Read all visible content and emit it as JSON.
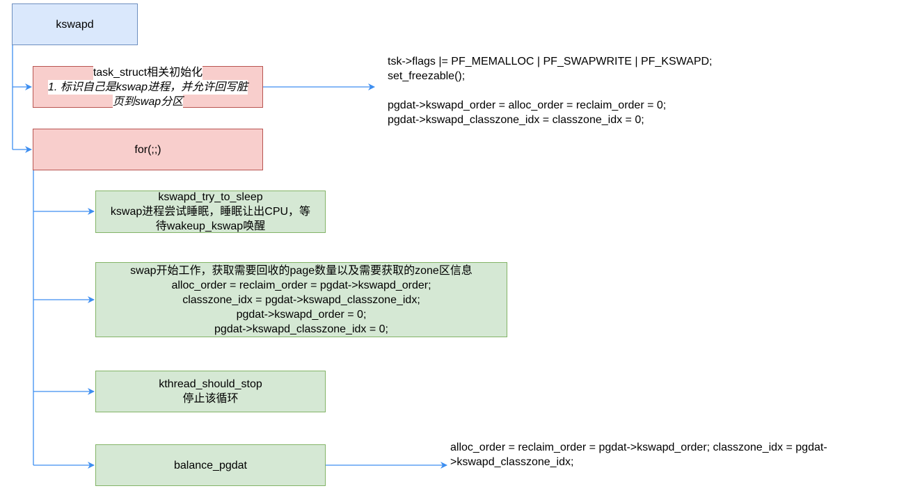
{
  "nodes": {
    "kswapd": "kswapd",
    "init": {
      "title": "task_struct相关初始化",
      "line1": "1. 标识自己是kswap进程，并允许回写脏",
      "line2": "页到swap分区"
    },
    "loop": "for(;;)",
    "sleep": {
      "line1": "kswapd_try_to_sleep",
      "line2": "kswap进程尝试睡眠，睡眠让出CPU，等",
      "line3": "待wakeup_kswap唤醒"
    },
    "work": {
      "line1": "swap开始工作，获取需要回收的page数量以及需要获取的zone区信息",
      "line2": "alloc_order = reclaim_order = pgdat->kswapd_order;",
      "line3": "classzone_idx = pgdat->kswapd_classzone_idx;",
      "line4": "pgdat->kswapd_order = 0;",
      "line5": "pgdat->kswapd_classzone_idx = 0;"
    },
    "stop": {
      "line1": "kthread_should_stop",
      "line2": "停止该循环"
    },
    "balance": "balance_pgdat"
  },
  "notes": {
    "init_code": [
      "tsk->flags |= PF_MEMALLOC | PF_SWAPWRITE | PF_KSWAPD;",
      "set_freezable();",
      "",
      "pgdat->kswapd_order = alloc_order = reclaim_order = 0;",
      "pgdat->kswapd_classzone_idx = classzone_idx = 0;"
    ],
    "balance_code": [
      "alloc_order = reclaim_order = pgdat->kswapd_order; classzone_idx = pgdat-",
      ">kswapd_classzone_idx;"
    ]
  },
  "colors": {
    "edge": "#3d8ef0",
    "blue_fill": "#dae8fc",
    "red_fill": "#f8cecc",
    "green_fill": "#d5e8d4"
  }
}
